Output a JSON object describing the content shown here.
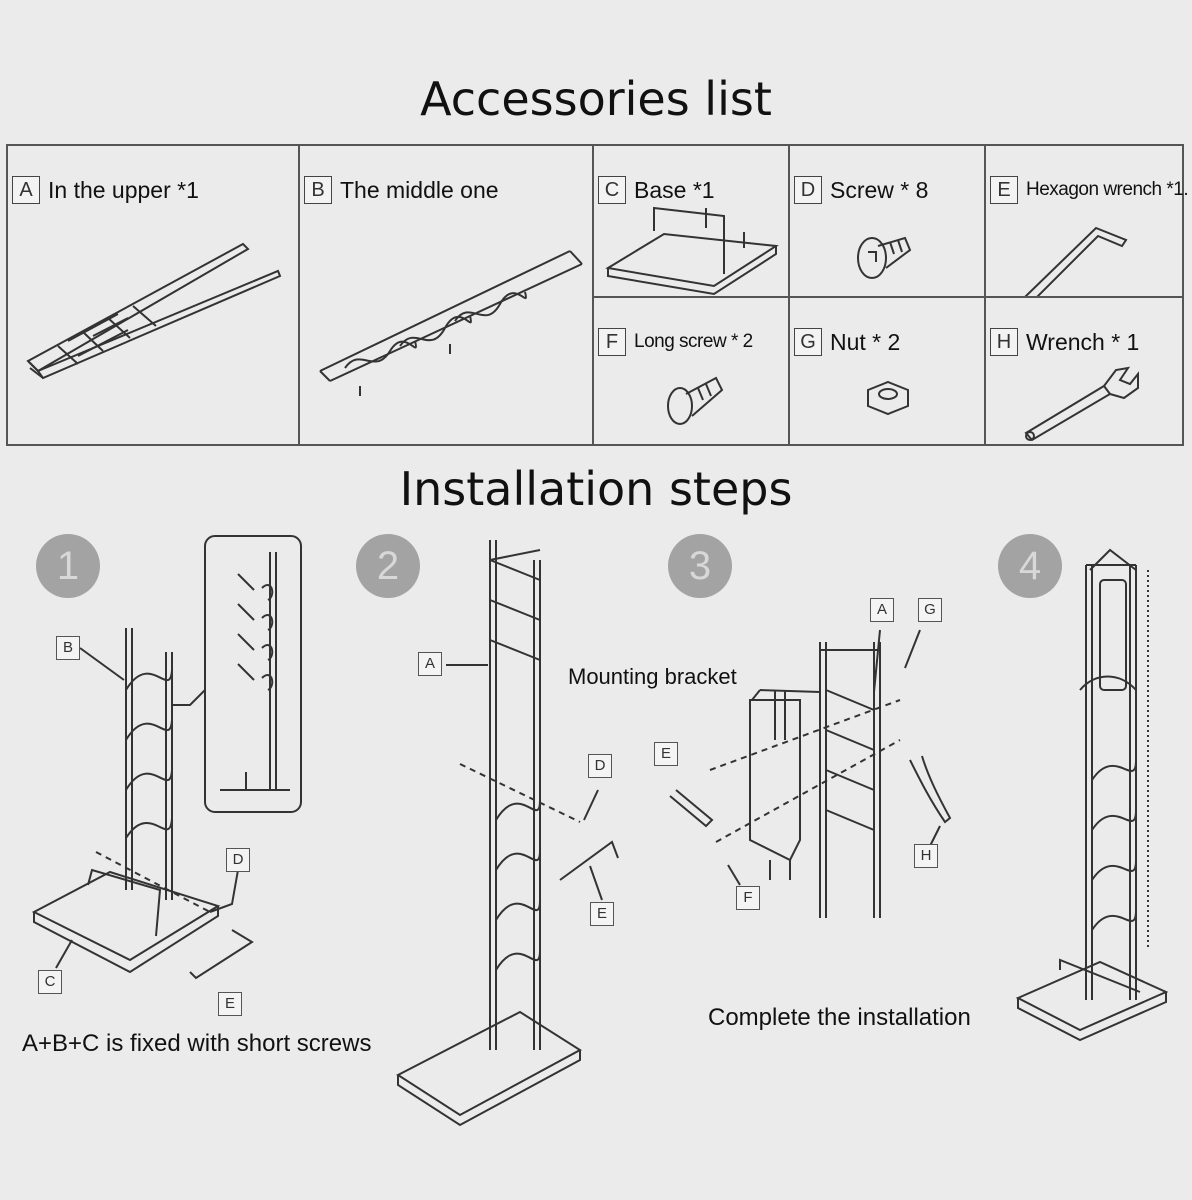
{
  "titles": {
    "accessories": "Accessories list",
    "steps": "Installation steps"
  },
  "accessories": [
    {
      "letter": "A",
      "label": "In the upper *1"
    },
    {
      "letter": "B",
      "label": "The middle one"
    },
    {
      "letter": "C",
      "label": "Base *1"
    },
    {
      "letter": "D",
      "label": "Screw * 8"
    },
    {
      "letter": "E",
      "label": "Hexagon wrench *1."
    },
    {
      "letter": "F",
      "label": "Long screw * 2"
    },
    {
      "letter": "G",
      "label": "Nut * 2"
    },
    {
      "letter": "H",
      "label": "Wrench * 1"
    }
  ],
  "steps": [
    {
      "number": "1",
      "caption": "A+B+C is fixed with short screws",
      "tags": [
        "B",
        "D",
        "C",
        "E"
      ]
    },
    {
      "number": "2",
      "tags": [
        "A",
        "D",
        "E"
      ]
    },
    {
      "number": "3",
      "annotation": "Mounting bracket",
      "tags": [
        "A",
        "G",
        "E",
        "F",
        "H"
      ]
    },
    {
      "number": "4",
      "caption": "Complete the installation"
    }
  ],
  "colors": {
    "background": "#ebebeb",
    "line": "#333333",
    "step_circle": "#a3a3a3"
  }
}
